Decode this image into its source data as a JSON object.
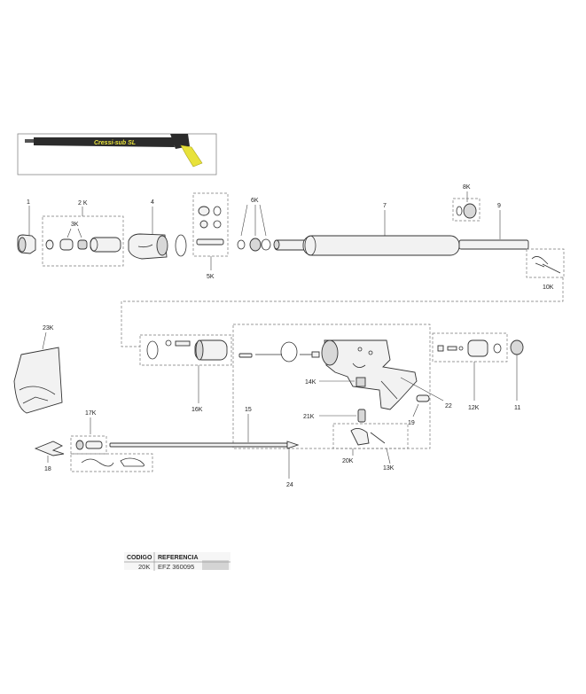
{
  "hero": {
    "brand_text": "Cressi-sub SL"
  },
  "labels": {
    "p1": "1",
    "p2k": "2 K",
    "p3k": "3K",
    "p4": "4",
    "p5k": "5K",
    "p6k": "6K",
    "p7": "7",
    "p8k": "8K",
    "p9": "9",
    "p10k": "10K",
    "p11": "11",
    "p12k": "12K",
    "p13k": "13K",
    "p14k": "14K",
    "p15": "15",
    "p16k": "16K",
    "p17k": "17K",
    "p18": "18",
    "p19": "19",
    "p20k": "20K",
    "p21k": "21K",
    "p22": "22",
    "p23k": "23K",
    "p24": "24"
  },
  "table": {
    "header_codigo": "CODIGO",
    "header_referencia": "REFERENCIA",
    "codigo_value": "20K",
    "referencia_value": "EFZ 360095"
  },
  "colors": {
    "accent_yellow": "#e8e23a",
    "gun_body": "#2b2b2b"
  }
}
